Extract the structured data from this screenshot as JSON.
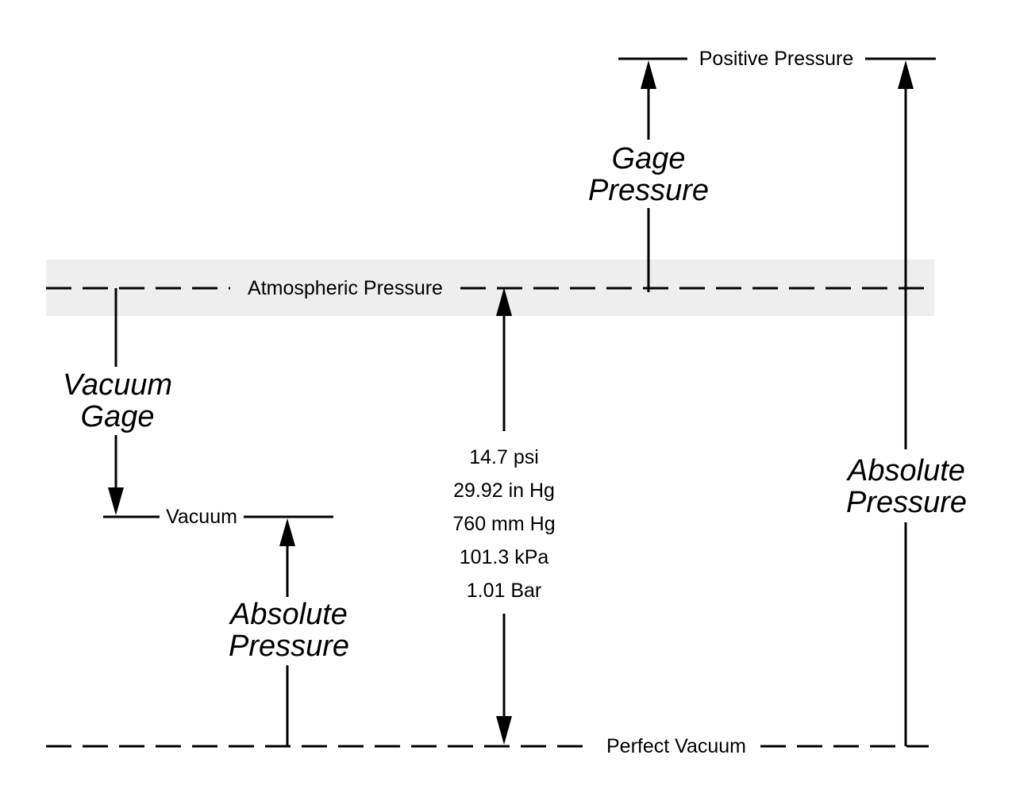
{
  "labels": {
    "positive_pressure": "Positive Pressure",
    "gage_pressure_line1": "Gage",
    "gage_pressure_line2": "Pressure",
    "atmospheric_pressure": "Atmospheric Pressure",
    "vacuum_gage_line1": "Vacuum",
    "vacuum_gage_line2": "Gage",
    "vacuum": "Vacuum",
    "absolute_pressure_left_line1": "Absolute",
    "absolute_pressure_left_line2": "Pressure",
    "absolute_pressure_right_line1": "Absolute",
    "absolute_pressure_right_line2": "Pressure",
    "perfect_vacuum": "Perfect Vacuum"
  },
  "atmospheric_values": [
    "14.7 psi",
    "29.92 in Hg",
    "760 mm Hg",
    "101.3 kPa",
    "1.01 Bar"
  ],
  "colors": {
    "atmosphere_band": "#eeeeee",
    "ink": "#000000",
    "background": "#ffffff"
  }
}
